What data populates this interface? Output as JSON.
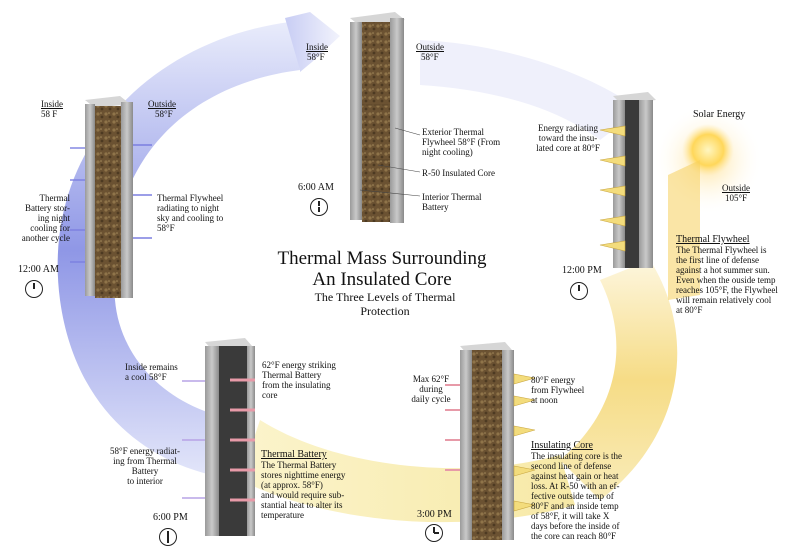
{
  "title": "Thermal Mass Surrounding\nAn Insulated Core",
  "subtitle": "The Three Levels of Thermal\nProtection",
  "top": {
    "inside_label": "Inside",
    "inside_temp": "58°F",
    "outside_label": "Outside",
    "outside_temp": "58°F",
    "time": "6:00 AM",
    "callout_exterior": "Exterior Thermal\nFlywheel 58°F (From\nnight cooling)",
    "callout_core": "R-50 Insulated Core",
    "callout_interior": "Interior Thermal\nBattery"
  },
  "left": {
    "inside_label": "Inside",
    "inside_temp": "58 F",
    "outside_label": "Outside",
    "outside_temp": "58°F",
    "time": "12:00 AM",
    "battery_text": "Thermal\nBattery stor-\ning night\ncooling for\nanother cycle",
    "flywheel_text": "Thermal Flywheel\nradiating to night\nsky and cooling to\n58°F"
  },
  "right": {
    "energy_text": "Energy radiating\ntoward the insu-\nlated core at 80°F",
    "solar_label": "Solar Energy",
    "outside_label": "Outside",
    "outside_temp": "105°F",
    "time": "12:00 PM",
    "heading": "Thermal Flywheel",
    "body": "The Thermal Flywheel is\nthe first line of defense\nagainst a hot summer sun.\nEven when the ouside temp\nreaches 105°F, the Flywheel\nwill remain relatively cool\nat 80°F"
  },
  "bottom_right": {
    "max_text": "Max 62°F\nduring\ndaily cycle",
    "energy_text": "80°F energy\nfrom Flywheel\nat noon",
    "time": "3:00 PM",
    "heading": "Insulating Core",
    "body": "The insulating core is the\nsecond line of defense\nagainst heat gain or heat\nloss. At R-50 with an ef-\nfective outside temp of\n80°F and an inside temp\nof 58°F, it will take X\ndays before the inside of\nthe core can reach 80°F"
  },
  "bottom_left": {
    "inside_text": "Inside remains\na cool 58°F",
    "striking_text": "62°F energy striking\nThermal Battery\nfrom the insulating\ncore",
    "radiating_text": "58°F energy radiat-\ning from Thermal\nBattery\nto interior",
    "time": "6:00 PM",
    "heading": "Thermal Battery",
    "body": "The Thermal Battery\nstores nighttime energy\n(at approx. 58°F)\nand would require sub-\nstantial heat to alter its\ntemperature"
  }
}
